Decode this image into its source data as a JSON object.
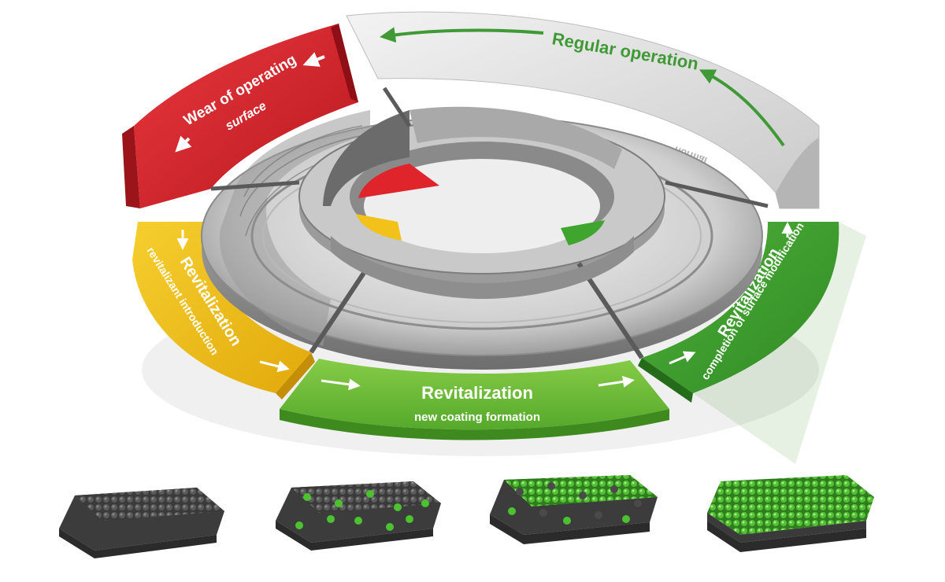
{
  "diagram": {
    "stages": [
      {
        "id": "wear",
        "title": "Wear of operating",
        "subtitle": "surface",
        "color": "#e0242b"
      },
      {
        "id": "regular",
        "title": "Regular operation",
        "color": "#e6e6e6",
        "text_color": "#3f9a35",
        "mirrored_text": "normal"
      },
      {
        "id": "revit-intro",
        "title": "Revitalization",
        "subtitle": "revitalizant introduction",
        "color": "#f2c21a"
      },
      {
        "id": "revit-coating",
        "title": "Revitalization",
        "subtitle": "new coating formation",
        "color": "#6fbf3a"
      },
      {
        "id": "revit-complete",
        "title": "Revitalization",
        "subtitle": "completion of surface modification",
        "color": "#3fa52f"
      }
    ],
    "surface_samples": [
      {
        "id": "sample-worn",
        "green_level": 0
      },
      {
        "id": "sample-introduction",
        "green_level": 0.25
      },
      {
        "id": "sample-formation",
        "green_level": 0.55
      },
      {
        "id": "sample-modified",
        "green_level": 1
      }
    ],
    "colors": {
      "ring_grey": "#8a8a8a",
      "ring_light": "#d8d8d8",
      "arrow_white": "#ffffff",
      "arrow_green": "#3f9a35"
    }
  }
}
